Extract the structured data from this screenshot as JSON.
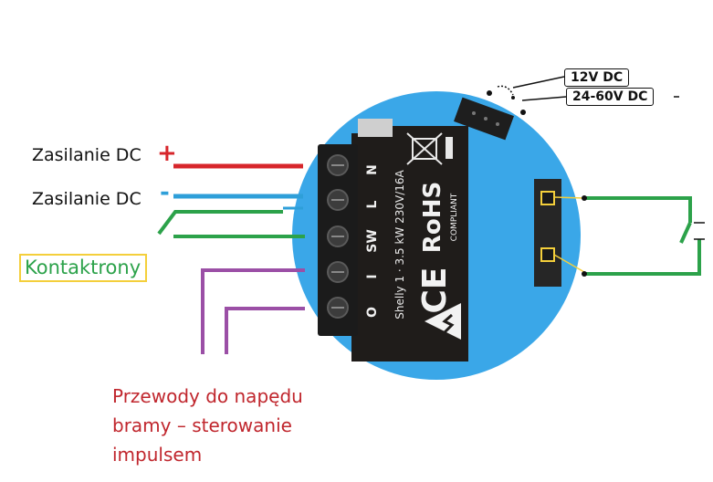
{
  "labels": {
    "supply_positive": "Zasilanie DC",
    "plus_sign": "+",
    "supply_negative": "Zasilanie DC",
    "minus_sign": "-",
    "reed_switches": "Kontaktrony",
    "gate_drive_wires": "Przewody do napędu bramy – sterowanie impulsem"
  },
  "voltage_options": [
    "12V DC",
    "24-60V DC"
  ],
  "device": {
    "terminals": [
      "N",
      "L",
      "SW",
      "I",
      "O"
    ],
    "spec": "Shelly 1 · 3.5 kW 230V/16A",
    "rohs": "RoHS",
    "rohs_sub": "COMPLIANT",
    "ce": "CE"
  },
  "colors": {
    "device_body": "#3aa7e8",
    "positive_wire": "#d7262b",
    "negative_wire": "#2e9fd9",
    "reed_wire": "#2ca24a",
    "gate_wire": "#9b4fa6",
    "label_box": "#f4cf3b"
  }
}
